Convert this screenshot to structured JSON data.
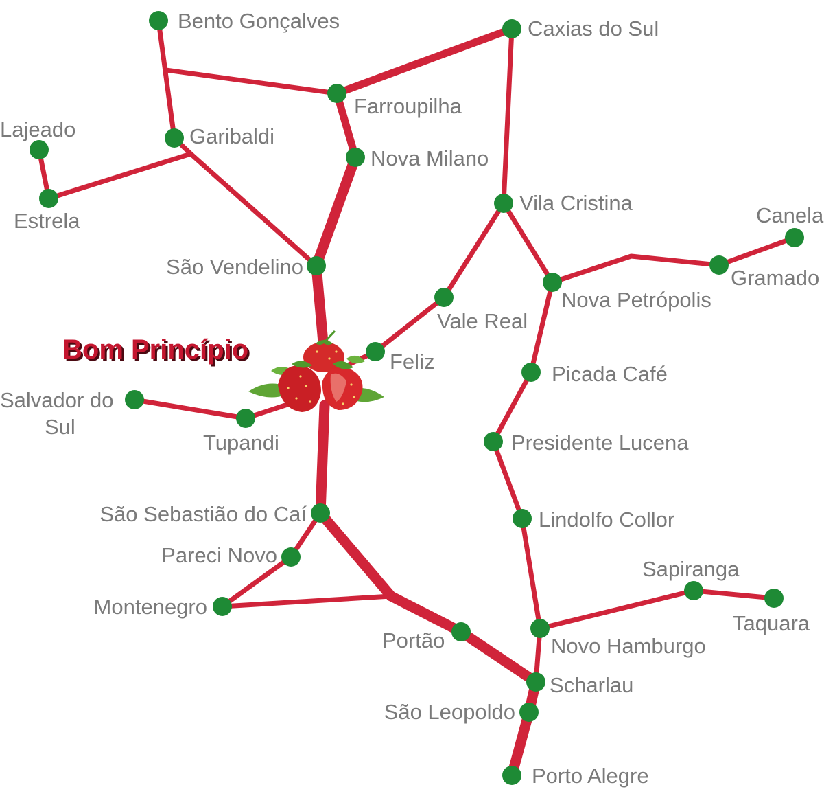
{
  "title": "Bom Princípio",
  "colors": {
    "road": "#d0243a",
    "city": "#1e8a35",
    "label": "#7a7a7a",
    "title": "#c4162f"
  },
  "icons": {
    "center": "strawberry-icon"
  },
  "cities": {
    "bento": "Bento Gonçalves",
    "caxias": "Caxias do Sul",
    "farroupilha": "Farroupilha",
    "garibaldi": "Garibaldi",
    "lajeado": "Lajeado",
    "estrela": "Estrela",
    "nova_milano": "Nova Milano",
    "vila_cristina": "Vila Cristina",
    "canela": "Canela",
    "gramado": "Gramado",
    "sao_vendelino": "São Vendelino",
    "nova_petropolis": "Nova Petrópolis",
    "vale_real": "Vale Real",
    "feliz": "Feliz",
    "picada_cafe": "Picada Café",
    "salvador_line1": "Salvador do",
    "salvador_line2": "Sul",
    "tupandi": "Tupandi",
    "presidente_lucena": "Presidente Lucena",
    "sao_sebastiao": "São Sebastião do Caí",
    "lindolfo": "Lindolfo Collor",
    "pareci": "Pareci Novo",
    "sapiranga": "Sapiranga",
    "montenegro": "Montenegro",
    "taquara": "Taquara",
    "portao": "Portão",
    "novo_hamburgo": "Novo Hamburgo",
    "scharlau": "Scharlau",
    "sao_leopoldo": "São Leopoldo",
    "porto_alegre": "Porto Alegre"
  }
}
